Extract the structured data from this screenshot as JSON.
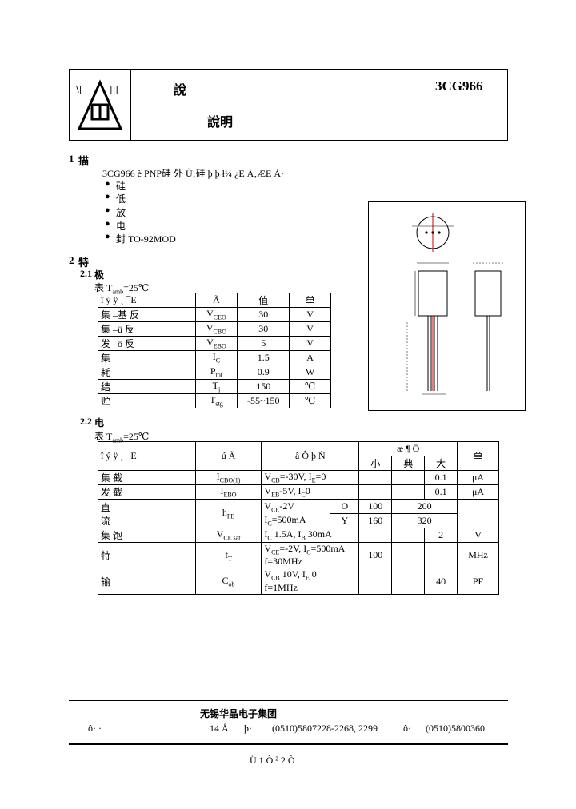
{
  "header": {
    "title_left": "說",
    "title_mid": "說明",
    "part_number": "3CG966"
  },
  "section1": {
    "num": "1",
    "head": "描",
    "intro": "3CG966 è PNP硅      外  Ù‚硅    þ  þ    ł¼ ¿E    Á‚ÆE    Á·",
    "bullets": [
      "●",
      "●",
      "●",
      "●",
      "●"
    ],
    "bullet_texts": [
      "硅",
      "低",
      "放",
      "电",
      "封              TO-92MOD"
    ]
  },
  "section2": {
    "num": "2",
    "head": "特",
    "sub1_num": "2.1",
    "sub1_head": "极",
    "sub1_cond": "表              T",
    "sub1_cond_tail": "=25℃",
    "abs_table": {
      "header": [
        "î  ý   ÿ  ¸  ¯E",
        "Ã",
        "值",
        "单"
      ],
      "rows": [
        [
          "集  –基  反",
          "V",
          "CEO",
          "30",
          "V"
        ],
        [
          "集  –ü   反",
          "V",
          "CBO",
          "30",
          "V"
        ],
        [
          "发  –ö   反",
          "V",
          "EBO",
          "5",
          "V"
        ],
        [
          "集",
          "I",
          "C",
          "1.5",
          "A"
        ],
        [
          "耗",
          "P",
          "tot",
          "0.9",
          "W"
        ],
        [
          "结",
          "T",
          "j",
          "150",
          "℃"
        ],
        [
          "贮",
          "T",
          "stg",
          "-55~150",
          "℃"
        ]
      ]
    },
    "sub2_num": "2.2",
    "sub2_head": "电",
    "sub2_cond": "表              T",
    "sub2_cond_tail": "=25℃",
    "amb": "amb",
    "elec_table": {
      "header": [
        "î   ý   ÿ  ¸  ¯E",
        "ú  Ã",
        "â  Ô  þ  Ñ",
        "æ  ¶  Ö",
        "单"
      ],
      "sub_header": [
        "小",
        "典",
        "大"
      ],
      "rows": [
        {
          "name": "集  截",
          "sym": "I",
          "sym_sub": "CBO(1)",
          "cond": "V",
          "cond_sub": "CB",
          "cond_tail": "=-30V, I",
          "cond_sub2": "E",
          "cond_tail2": "=0",
          "min": "",
          "typ": "",
          "max": "0.1",
          "unit": "μA"
        },
        {
          "name": "发  截",
          "sym": "I",
          "sym_sub": "EBO",
          "cond": "V",
          "cond_sub": "EB",
          "cond_tail": "-5V, I",
          "cond_sub2": "C",
          "cond_tail2": "0",
          "min": "",
          "typ": "",
          "max": "0.1",
          "unit": "μA"
        }
      ],
      "hfe": {
        "name": "直\n流",
        "sym": "h",
        "sym_sub": "FE",
        "cond1": "V",
        "cond1_sub": "CE",
        "cond1_tail": "-2V",
        "cond2": "I",
        "cond2_sub": "C",
        "cond2_tail": "=500mA",
        "ranks": [
          {
            "rank": "O",
            "min": "100",
            "max": "200"
          },
          {
            "rank": "Y",
            "min": "160",
            "max": "320"
          }
        ]
      },
      "vce": {
        "name": "集  饱",
        "sym": "V",
        "sym_sub": "CE sat",
        "cond": "I",
        "cond_sub": "C",
        "cond_tail": " 1.5A, I",
        "cond_sub2": "B",
        "cond_tail2": " 30mA",
        "max": "2",
        "unit": "V"
      },
      "ft": {
        "name": "特",
        "sym": "f",
        "sym_sub": "T",
        "cond1": "V",
        "cond1_sub": "CE",
        "cond1_tail": "=-2V, I",
        "cond1_sub2": "C",
        "cond1_tail2": "=500mA",
        "cond2": "f=30MHz",
        "min": "100",
        "unit": "MHz"
      },
      "cob": {
        "name": "输",
        "sym": "C",
        "sym_sub": "ob",
        "cond1": "V",
        "cond1_sub": "CB",
        "cond1_tail": " 10V, I",
        "cond1_sub2": "E",
        "cond1_tail2": " 0",
        "cond2": "f=1MHz",
        "max": "40",
        "unit": "PF"
      }
    }
  },
  "footer": {
    "company": "无锡华晶电子集团",
    "addr_label": "ô·  ·",
    "addr_mid": "14 Å",
    "tel_label": "þ·",
    "tel": "(0510)5807228-2268, 2299",
    "fax_label": "ô·",
    "fax": "(0510)5800360",
    "page": "Ü 1 Ò   ² 2 Ò"
  },
  "colors": {
    "ink": "#000000",
    "red_mark": "#cc0000"
  },
  "icons": [
    "company-logo",
    "bullet-icon",
    "package-outline-drawing"
  ]
}
